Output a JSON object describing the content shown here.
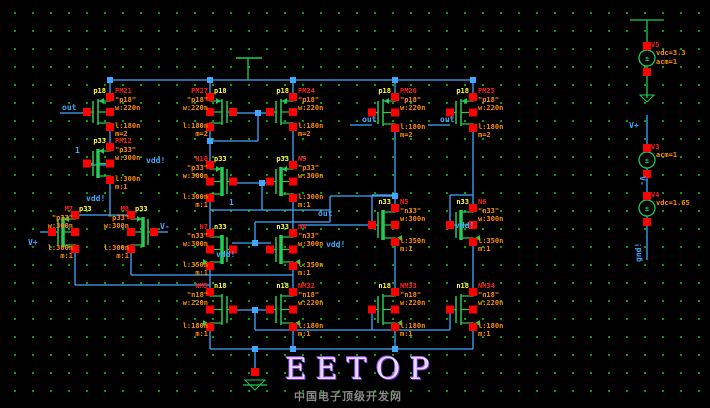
{
  "colors": {
    "wire": "#40a8ff",
    "symbol": "#22cc55",
    "pin": "#ff0000",
    "instance_name": "#ff2020",
    "cell": "#ffff30",
    "param": "#ff8c00",
    "background": "#000000",
    "grid": "#00cc00"
  },
  "transistors": [
    {
      "name": "PM21",
      "cell": "p18",
      "model": "\"p18\"",
      "w": "w:220n",
      "l": "l:180n",
      "m": "m=2"
    },
    {
      "name": "PM12",
      "cell": "p33",
      "model": "\"p33\"",
      "w": "w:300n",
      "l": "l:300n",
      "m": "m:1"
    },
    {
      "name": "PM27",
      "cell": "p18",
      "model": "\"p18\"",
      "w": "w:220n",
      "l": "l:180n",
      "m": "m=2"
    },
    {
      "name": "PM24",
      "cell": "p18",
      "model": "\"p18\"",
      "w": "w:220n",
      "l": "l:180n",
      "m": "m=2"
    },
    {
      "name": "N10",
      "cell": "p33",
      "model": "\"p33\"",
      "w": "w:300n",
      "l": "l:300n",
      "m": "m:1"
    },
    {
      "name": "N9",
      "cell": "p33",
      "model": "\"p33\"",
      "w": "w:300n",
      "l": "l:300n",
      "m": "m:1"
    },
    {
      "name": "M7",
      "cell": "p33",
      "model": "\"p33\"",
      "w": "w:300n",
      "l": "l:300n",
      "m": "m:1"
    },
    {
      "name": "M8",
      "cell": "p33",
      "model": "\"p33\"",
      "w": "w:300n",
      "l": "l:300n",
      "m": "m:1"
    },
    {
      "name": "N7",
      "cell": "n33",
      "model": "\"n33\"",
      "w": "w:300n",
      "l": "l:350n",
      "m": "m:1"
    },
    {
      "name": "N4",
      "cell": "n33",
      "model": "\"n33\"",
      "w": "w:300n",
      "l": "l:350n",
      "m": "m:1"
    },
    {
      "name": "N5",
      "cell": "n33",
      "model": "\"n33\"",
      "w": "w:300n",
      "l": "l:350n",
      "m": "m:1"
    },
    {
      "name": "N6",
      "cell": "n33",
      "model": "\"n33\"",
      "w": "w:300n",
      "l": "l:350n",
      "m": "m:1"
    },
    {
      "name": "PM26",
      "cell": "p18",
      "model": "\"p18\"",
      "w": "w:220n",
      "l": "l:180n",
      "m": "m=2"
    },
    {
      "name": "PM25",
      "cell": "p18",
      "model": "\"p18\"",
      "w": "w:220n",
      "l": "l:180n",
      "m": "m=2"
    },
    {
      "name": "NM5",
      "cell": "n18",
      "model": "\"n18\"",
      "w": "w:220n",
      "l": "l:180n",
      "m": "m:1"
    },
    {
      "name": "NM32",
      "cell": "n18",
      "model": "\"n18\"",
      "w": "w:220n",
      "l": "l:180n",
      "m": "m:1"
    },
    {
      "name": "NM33",
      "cell": "n18",
      "model": "\"n18\"",
      "w": "w:220n",
      "l": "l:180n",
      "m": "m:1"
    },
    {
      "name": "NM34",
      "cell": "n18",
      "model": "\"n18\"",
      "w": "w:220n",
      "l": "l:180n",
      "m": "m:1"
    }
  ],
  "sources": [
    {
      "name": "V5",
      "params": [
        "vdc=3.3",
        "acm=1"
      ]
    },
    {
      "name": "V3",
      "params": [
        "acm=1"
      ]
    },
    {
      "name": "V4",
      "params": [
        "vdc=1.65"
      ]
    }
  ],
  "nets": {
    "out": "out",
    "vdd": "vdd!",
    "vin_plus": "V+",
    "vin_minus": "V-",
    "gnd": "gnd!",
    "one": "1"
  },
  "watermark": {
    "logo": "EETOP",
    "subtitle": "中国电子顶级开发网"
  }
}
